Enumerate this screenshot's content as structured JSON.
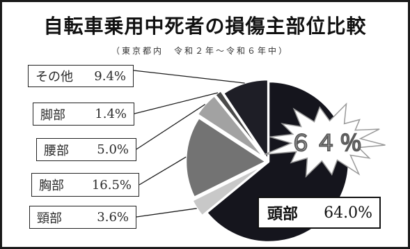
{
  "chart_data": {
    "type": "pie",
    "title": "自転車乗用中死者の損傷主部位比較",
    "subtitle": "（東京都内　令和２年～令和６年中）",
    "slices": [
      {
        "label": "頭部",
        "value": 64.0,
        "value_label": "64.0%",
        "color": "#15151d"
      },
      {
        "label": "頸部",
        "value": 3.6,
        "value_label": "3.6%",
        "color": "#c8c8c8"
      },
      {
        "label": "胸部",
        "value": 16.5,
        "value_label": "16.5%",
        "color": "#737373"
      },
      {
        "label": "腰部",
        "value": 5.0,
        "value_label": "5.0%",
        "color": "#a2a2a2"
      },
      {
        "label": "脚部",
        "value": 1.4,
        "value_label": "1.4%",
        "color": "#4a4a4a"
      },
      {
        "label": "その他",
        "value": 9.4,
        "value_label": "9.4%",
        "color": "#1e1e26"
      }
    ],
    "callout": "６４％",
    "callout_colors": {
      "fill": "#ffffff",
      "outline": "#9a9a9a",
      "text": "#bdbdbd"
    }
  }
}
